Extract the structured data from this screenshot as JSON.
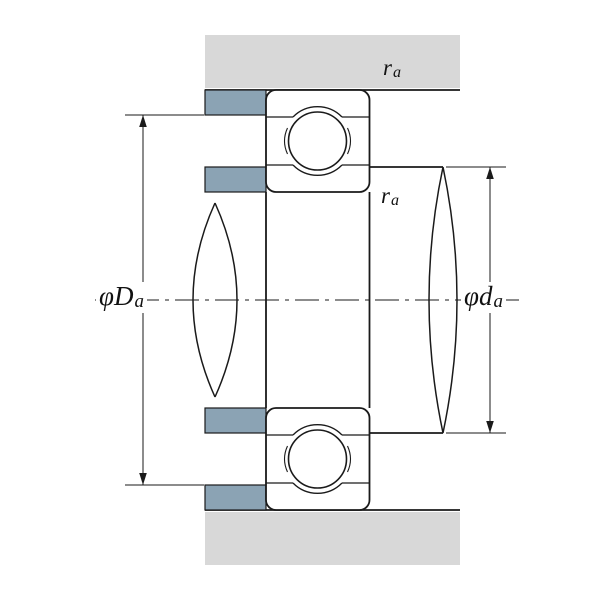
{
  "labels": {
    "housing_shoulder_dia": {
      "prefix": "φ",
      "symbol": "D",
      "sub": "a"
    },
    "shaft_shoulder_dia": {
      "prefix": "φ",
      "symbol": "d",
      "sub": "a"
    },
    "fillet_top": {
      "symbol": "r",
      "sub": "a"
    },
    "fillet_shaft": {
      "symbol": "r",
      "sub": "a"
    }
  },
  "colors": {
    "background": "#ffffff",
    "housing": "#d8d8d8",
    "shoulder": "#8ba3b4",
    "line": "#1a1a1a"
  }
}
